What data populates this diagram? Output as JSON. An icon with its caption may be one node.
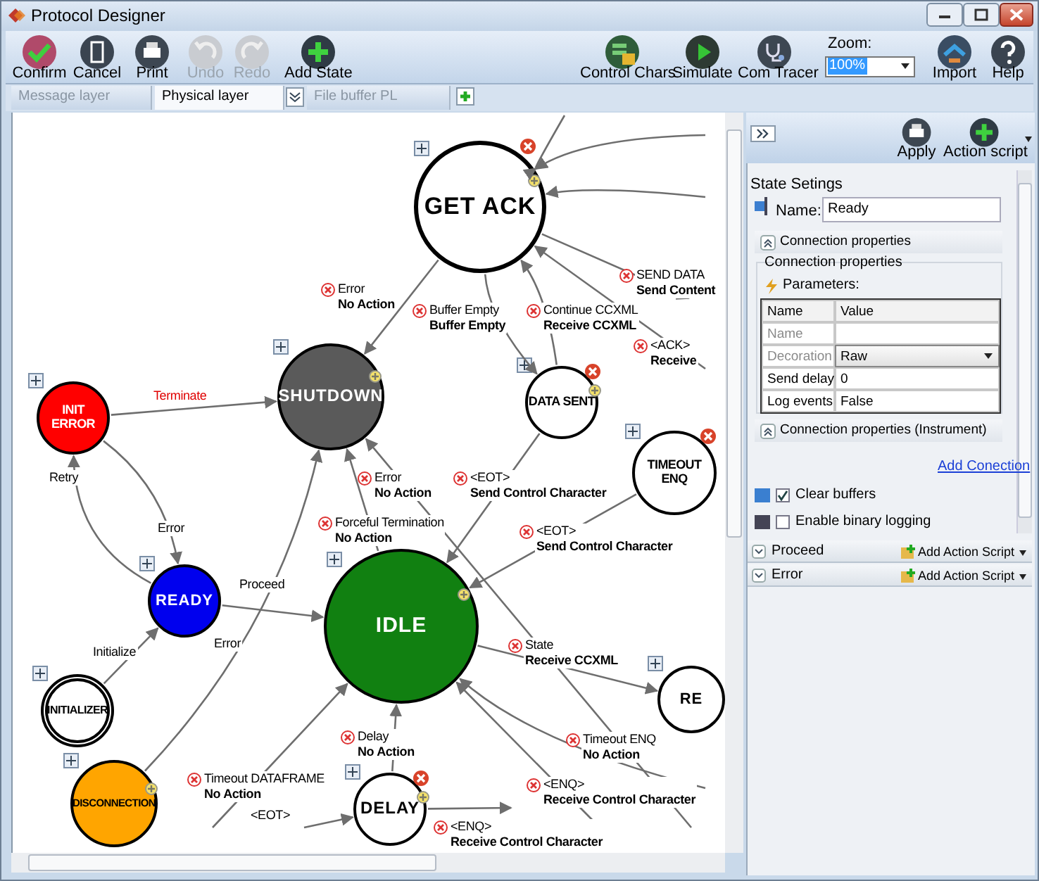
{
  "diagram": {
    "title": "Protocol Designer",
    "nodes": [
      {
        "text": [
          "GET ACK"
        ]
      },
      {
        "text": [
          "SHUTDOWN"
        ]
      },
      {
        "text": [
          "INIT ERROR"
        ]
      },
      {
        "text": [
          "DATA SENT"
        ]
      },
      {
        "text": [
          "TIMEOUT ENQ"
        ]
      },
      {
        "text": [
          "READY"
        ]
      },
      {
        "text": [
          "IDLE"
        ]
      },
      {
        "text": [
          "RE"
        ]
      },
      {
        "text": [
          "INITIALIZER"
        ]
      },
      {
        "text": [
          "DISCONNECTION"
        ]
      },
      {
        "text": [
          "DELAY"
        ]
      }
    ],
    "edges": [
      {
        "from": 0,
        "to": 1,
        "arrow": "to",
        "label": "Error **No Action**"
      },
      {
        "from": 0,
        "to": 3,
        "arrow": "to",
        "label": "Buffer Empty **Buffer Empty**"
      },
      {
        "from": 3,
        "to": 0,
        "arrow": "to",
        "label": "Continue CCXML **Receive CCXML**"
      },
      {
        "from": null,
        "to": 0,
        "arrow": "to"
      },
      {
        "from": null,
        "to": 0,
        "arrow": "to"
      },
      {
        "from": null,
        "to": 0,
        "arrow": "to"
      },
      {
        "from": 0,
        "to": null,
        "arrow": "to",
        "label": "SEND DATA **Send Content**"
      },
      {
        "from": null,
        "to": 0,
        "arrow": "to",
        "label": "<ACK> **Receive**"
      },
      {
        "from": 2,
        "to": 1,
        "arrow": "to",
        "label": "Terminate"
      },
      {
        "from": 5,
        "to": 2,
        "arrow": "to",
        "label": "Retry"
      },
      {
        "from": 2,
        "to": 5,
        "arrow": "to",
        "label": "Error"
      },
      {
        "from": 5,
        "to": 6,
        "arrow": "to",
        "label": "Proceed"
      },
      {
        "from": 8,
        "to": 5,
        "arrow": "to",
        "label": "Initialize"
      },
      {
        "from": 9,
        "to": 1,
        "arrow": "to",
        "label": "Error"
      },
      {
        "from": 6,
        "to": 1,
        "arrow": "to",
        "label": "Forceful Termination **No Action**"
      },
      {
        "from": null,
        "to": 1,
        "arrow": "to",
        "label": "Error **No Action**"
      },
      {
        "from": 3,
        "to": 6,
        "arrow": "to",
        "label": "<EOT> **Send Control Character**"
      },
      {
        "from": 4,
        "to": 6,
        "arrow": "to",
        "label": "<EOT> **Send Control Character**"
      },
      {
        "from": 6,
        "to": 7,
        "arrow": "to",
        "label": "State **Receive CCXML**"
      },
      {
        "from": 10,
        "to": 6,
        "arrow": "to",
        "label": "Delay **No Action**"
      },
      {
        "from": null,
        "to": 6,
        "arrow": "to",
        "label": "Timeout DATAFRAME **No Action**"
      },
      {
        "from": null,
        "to": 6,
        "arrow": "to",
        "label": "Timeout ENQ **No Action**"
      },
      {
        "from": null,
        "to": 6,
        "arrow": "to",
        "label": "<ENQ> **Receive Control Character**"
      },
      {
        "from": 10,
        "to": null,
        "arrow": "to",
        "label": "<ENQ> **Receive Control Character**"
      },
      {
        "from": null,
        "to": 10,
        "arrow": "to",
        "label": "<EOT>"
      }
    ],
    "labels": [
      "Confirm",
      "Cancel",
      "Print",
      "Undo",
      "Redo",
      "Add State",
      "Control Chars",
      "Simulate",
      "Com Tracer",
      "Zoom:",
      "100%",
      "Import",
      "Help",
      "Message layer",
      "Physical layer",
      "File buffer PL",
      "Apply",
      "Action script",
      "State Setings",
      "Name:",
      "Ready",
      "Connection properties",
      "Connection properties",
      "Parameters:",
      "Name",
      "Value",
      "Name",
      "Decoration",
      "Raw",
      "Send delay",
      "0",
      "Log events",
      "False",
      "Connection properties (Instrument)",
      "Add Conection",
      "Clear buffers",
      "Enable binary logging",
      "Proceed",
      "Add Action Script",
      "Error",
      "Add Action Script"
    ]
  }
}
